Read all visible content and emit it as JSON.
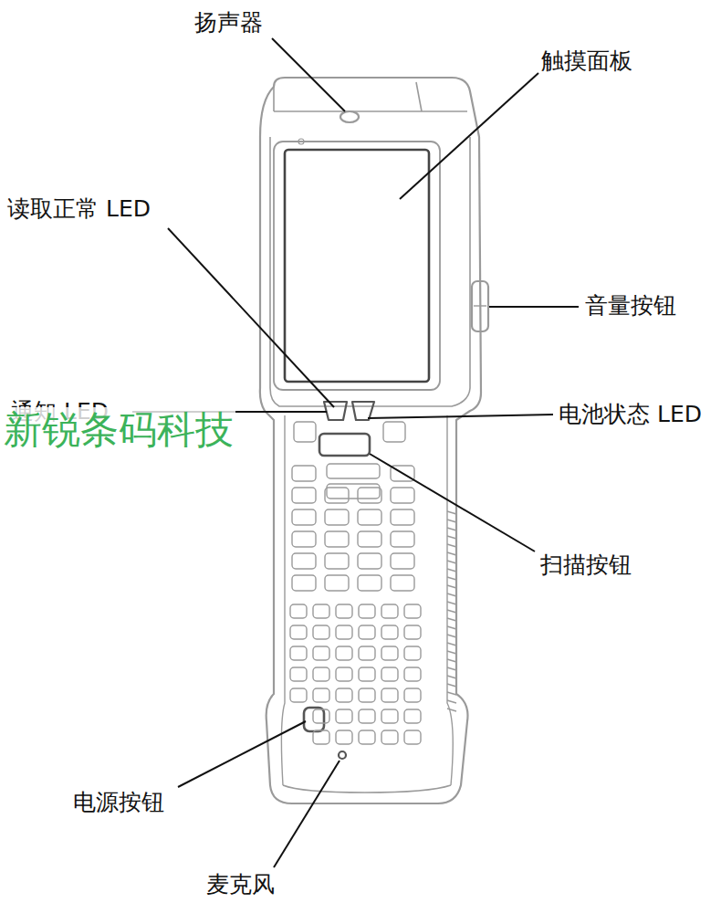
{
  "diagram": {
    "labels": [
      "扬声器",
      "触摸面板",
      "读取正常 LED",
      "音量按钮",
      "通知 LED",
      "电池状态 LED",
      "新锐条码科技",
      "扫描按钮",
      "电源按钮",
      "麦克风"
    ]
  }
}
